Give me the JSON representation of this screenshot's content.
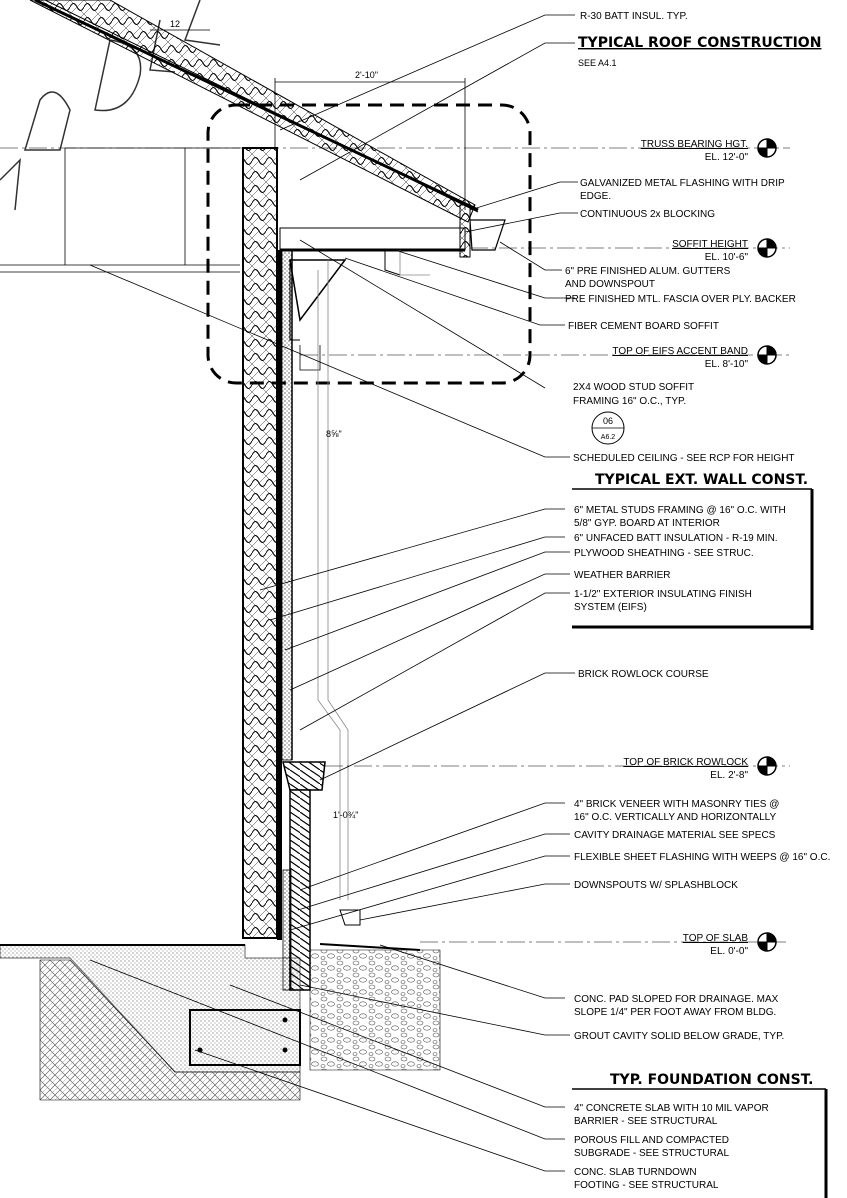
{
  "roof": {
    "note_insulation": "R-30 BATT INSUL. TYP.",
    "header": "TYPICAL ROOF CONSTRUCTION",
    "see_ref": "SEE A4.1",
    "dim_12": "12",
    "dim_2_10": "2'-10\"",
    "note_flashing_1": "GALVANIZED METAL FLASHING WITH DRIP",
    "note_flashing_2": "EDGE.",
    "note_blocking": "CONTINUOUS 2x BLOCKING",
    "note_gutter_1": "6\" PRE FINISHED ALUM. GUTTERS",
    "note_gutter_2": "AND DOWNSPOUT",
    "note_fascia": "PRE FINISHED MTL. FASCIA OVER PLY. BACKER",
    "note_soffit": "FIBER CEMENT BOARD SOFFIT",
    "note_framing_1": "2X4 WOOD STUD SOFFIT",
    "note_framing_2": "FRAMING 16\" O.C., TYP.",
    "detail_num": "06",
    "detail_sheet": "A6.2",
    "note_ceiling": "SCHEDULED CEILING - SEE RCP FOR HEIGHT"
  },
  "elevations": [
    {
      "label": "TRUSS BEARING HGT.",
      "value": "EL. 12'-0\""
    },
    {
      "label": "SOFFIT HEIGHT",
      "value": "EL. 10'-6\""
    },
    {
      "label": "TOP OF EIFS ACCENT BAND",
      "value": "EL. 8'-10\""
    },
    {
      "label": "TOP OF BRICK ROWLOCK",
      "value": "EL. 2'-8\""
    },
    {
      "label": "TOP OF SLAB",
      "value": "EL. 0'-0\""
    }
  ],
  "wall": {
    "header": "TYPICAL EXT. WALL CONST.",
    "notes": [
      "6\" METAL STUDS FRAMING @ 16\" O.C. WITH",
      "5/8\" GYP. BOARD AT INTERIOR",
      "6\" UNFACED BATT INSULATION - R-19 MIN.",
      "PLYWOOD SHEATHING - SEE STRUC.",
      "WEATHER BARRIER",
      "1-1/2\" EXTERIOR INSULATING FINISH",
      "SYSTEM (EIFS)"
    ],
    "dim_8_5_8": "8⅝\"",
    "note_rowlock": "BRICK ROWLOCK COURSE",
    "dim_1_0_3_4": "1'-0¾\""
  },
  "brick": {
    "notes": [
      "4\" BRICK VENEER WITH MASONRY TIES @",
      "16\" O.C. VERTICALLY AND HORIZONTALLY",
      "CAVITY DRAINAGE MATERIAL SEE SPECS",
      "FLEXIBLE SHEET FLASHING WITH WEEPS @ 16\" O.C.",
      "DOWNSPOUTS W/ SPLASHBLOCK"
    ]
  },
  "foundation": {
    "note_pad_1": "CONC. PAD SLOPED FOR DRAINAGE.  MAX",
    "note_pad_2": "SLOPE 1/4\" PER FOOT AWAY FROM BLDG.",
    "note_grout": "GROUT CAVITY SOLID BELOW GRADE, TYP.",
    "header": "TYP. FOUNDATION CONST.",
    "notes": [
      "4\" CONCRETE SLAB WITH 10 MIL VAPOR",
      "BARRIER - SEE STRUCTURAL",
      "POROUS FILL AND COMPACTED",
      "SUBGRADE - SEE STRUCTURAL",
      "CONC. SLAB TURNDOWN",
      "FOOTING - SEE STRUCTURAL"
    ]
  }
}
